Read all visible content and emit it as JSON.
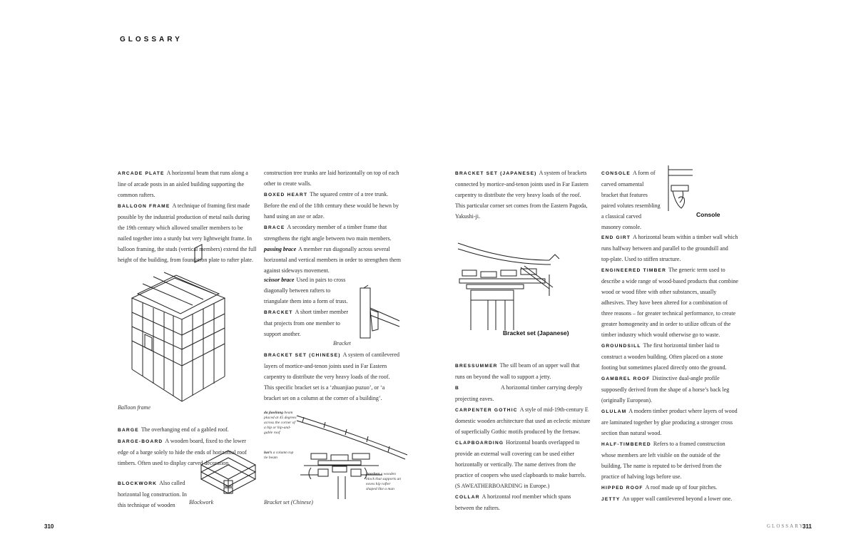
{
  "header": {
    "title": "GLOSSARY"
  },
  "col1": {
    "arcade_plate_term": "arcade plate",
    "arcade_plate_text": "A horizontal beam that runs along a line of arcade posts in an aisled building supporting the common rafters.",
    "balloon_frame_term": "balloon frame",
    "balloon_frame_text": "A technique of framing first made possible by the industrial production of metal nails during the 19th century which allowed smaller members to be nailed together into a sturdy but very lightweight frame. In balloon framing, the studs (vertical members) extend the full height of the building, from foundation plate to rafter plate.",
    "balloon_caption": "Balloon frame",
    "barge_term": "barge",
    "barge_text": "The overhanging end of a gabled roof.",
    "barge_board_term": "barge-board",
    "barge_board_text": "A wooden board, fixed to the lower edge of a barge solely to hide the ends of horizontal roof timbers. Often used to display carved decoration.",
    "blockwork_term": "blockwork",
    "blockwork_text": "Also called horizontal log construction. In this technique of wooden",
    "blockwork_caption": "Blockwork"
  },
  "col2": {
    "continued_text": "construction tree trunks are laid horizontally on top of each other to create walls.",
    "boxed_heart_term": "boxed heart",
    "boxed_heart_text": "The squared centre of a tree trunk. Before the end of the 18th century these would be hewn by hand using an axe or adze.",
    "brace_term": "brace",
    "brace_text": "A secondary member of a timber frame that strengthens the right angle between two main members.",
    "passing_brace_term": "passing brace",
    "passing_brace_text": "A member run diagonally across several horizontal and vertical members in order to strengthen them against sideways movement.",
    "scissor_brace_term": "scissor brace",
    "scissor_brace_text": "Used in pairs to cross diagonally between rafters to triangulate them into a form of truss.",
    "bracket_term": "bracket",
    "bracket_text": "A short timber member that projects from one member to support another.",
    "bracket_caption": "Bracket",
    "bracket_set_chinese_term": "bracket set (Chinese)",
    "bracket_set_chinese_text": "A system of cantilevered layers of mortice-and-tenon joints used in Far Eastern carpentry to distribute the very heavy loads of the roof. This specific bracket set is a ‘zhuanjiao puzuo’, or ‘a bracket set on a column at the corner of a building’.",
    "note_dajiaoliang_term": "da jiaoliang",
    "note_dajiaoliang_text": "beam placed at 45 degrees across the corner of a hip or hip-and-gable roof",
    "note_luns_term": "lun’s",
    "note_luns_text": "a column top tie beam",
    "note_jiaoshen_term": "jiaoshen",
    "note_jiaoshen_text": "a wooden block that supports an eaves hip rafter shaped like a man",
    "chinese_caption": "Bracket set (Chinese)"
  },
  "col3": {
    "bracket_set_japanese_term": "bracket set (Japanese)",
    "bracket_set_japanese_text": "A system of brackets connected by mortice-and-tenon joints used in Far Eastern carpentry to distribute the very heavy loads of the roof. This particular corner set comes from the Eastern Pagoda, Yakushi-ji.",
    "japanese_caption": "Bracket set (Japanese)",
    "bressummer_term": "bressummer",
    "bressummer_text": "The sill beam of an upper wall that runs on beyond the wall to support a jetty.",
    "cantilever_fragment_term": "b",
    "cantilever_text": "A horizontal timber carrying deeply projecting eaves.",
    "carpenter_gothic_term": "carpenter gothic",
    "carpenter_gothic_text": "A style of mid-19th-century E domestic wooden architecture that used an eclectic mixture of superficially Gothic motifs produced by the fretsaw.",
    "clapboarding_term": "clapboarding",
    "clapboarding_text": "Horizontal boards overlapped to provide an external wall covering can be used either horizontally or vertically. The name derives from the practice of coopers who used clapboards to make barrels. (S AWEATHERBOARDING in Europe.)",
    "collar_term": "collar",
    "collar_text": "A horizontal roof member which spans between the rafters."
  },
  "col4": {
    "console_term": "console",
    "console_text": "A form of carved ornamental bracket that features paired volutes resembling a classical carved masonry console.",
    "console_caption": "Console",
    "end_girt_term": "end girt",
    "end_girt_text": "A horizontal beam within a timber wall which runs halfway between and parallel to the groundsill and top-plate. Used to stiffen structure.",
    "engineered_timber_term": "engineered timber",
    "engineered_timber_text": "The generic term used to describe a wide range of wood-based products that combine wood or wood fibre with other substances, usually adhesives. They have been altered for a combination of three reasons – for greater technical performance, to create greater homogeneity and in order to utilize offcuts of the timber industry which would otherwise go to waste.",
    "groundsill_term": "groundsill",
    "groundsill_text": "The first horizontal timber laid to construct a wooden building. Often placed on a stone footing but sometimes placed directly onto the ground.",
    "gambrel_roof_term": "gambrel roof",
    "gambrel_roof_text": "Distinctive dual-angle profile supposedly derived from the shape of a horse’s back leg (originally European).",
    "glulam_term": "glulam",
    "glulam_text": "A modern timber product where layers of wood are laminated together by glue producing a stronger cross section than natural wood.",
    "half_timbered_term": "half-timbered",
    "half_timbered_text": "Refers to a framed construction whose members are left visible on the outside of the building. The name is reputed to be derived from the practice of halving logs before use.",
    "hipped_roof_term": "hipped roof",
    "hipped_roof_text": "A roof made up of four pitches.",
    "jetty_term": "jetty",
    "jetty_text": "An upper wall cantilevered beyond a lower one."
  },
  "footer": {
    "left_folio": "310",
    "running_head": "GLOSSARY",
    "right_folio": "311"
  }
}
